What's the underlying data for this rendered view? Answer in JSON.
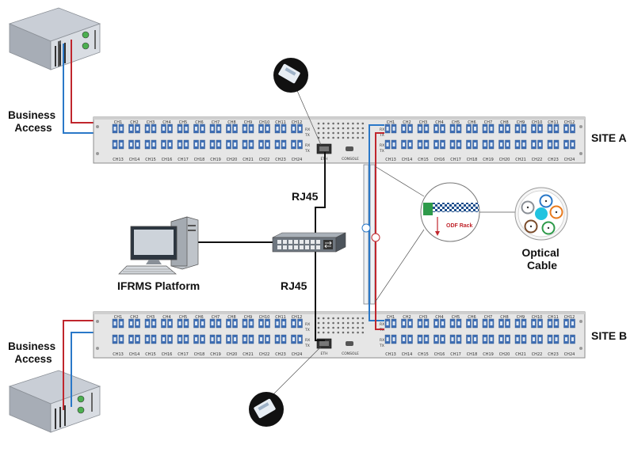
{
  "labels": {
    "business_access_top": [
      "Business",
      "Access"
    ],
    "business_access_bottom": [
      "Business",
      "Access"
    ],
    "site_a": "SITE A",
    "site_b": "SITE B",
    "rj45_top": "RJ45",
    "rj45_bottom": "RJ45",
    "ifrms": "IFRMS Platform",
    "optical_cable": [
      "Optical",
      "Cable"
    ],
    "odf_rack": "ODF Rack",
    "eth": "ETH",
    "console": "CONSOLE",
    "rx": "RX",
    "tx": "TX"
  },
  "channels_top_row": [
    "CH1",
    "CH2",
    "CH3",
    "CH4",
    "CH5",
    "CH6",
    "CH7",
    "CH8",
    "CH9",
    "CH10",
    "CH11",
    "CH12"
  ],
  "channels_bottom_row": [
    "CH13",
    "CH14",
    "CH15",
    "CH16",
    "CH17",
    "CH18",
    "CH19",
    "CH20",
    "CH21",
    "CH22",
    "CH23",
    "CH24"
  ],
  "colors": {
    "red_fiber": "#c0262d",
    "blue_fiber": "#2a78c8",
    "panel": "#e9e9e9",
    "port": "#3f6fb5",
    "cable_core": "#21c3e0"
  }
}
